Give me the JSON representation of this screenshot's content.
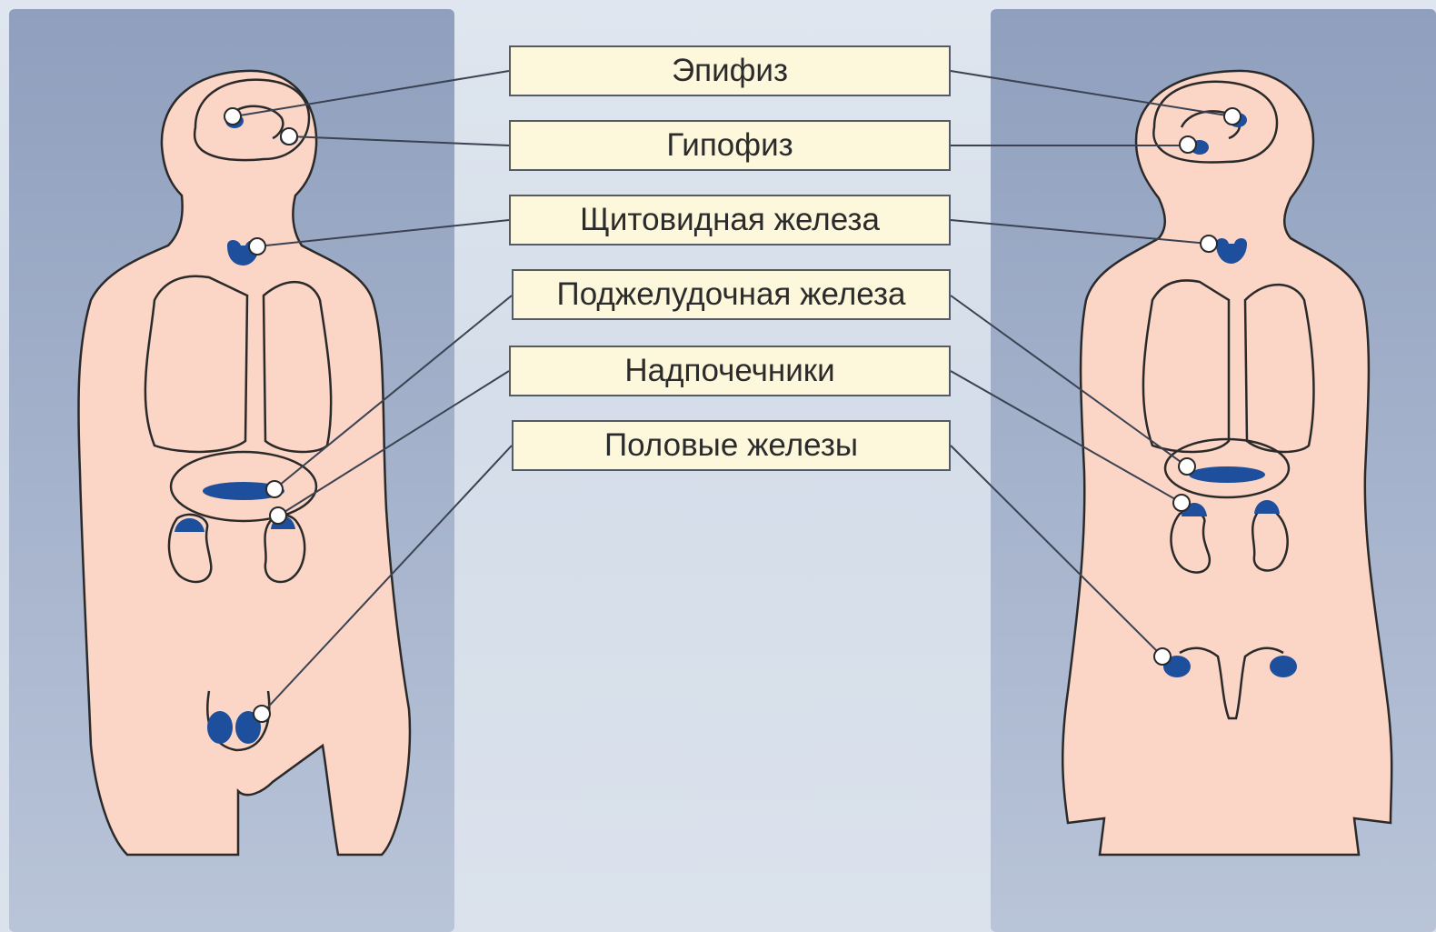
{
  "labels": {
    "epiphysis": "Эпифиз",
    "pituitary": "Гипофиз",
    "thyroid": "Щитовидная железа",
    "pancreas": "Поджелудочная железа",
    "adrenals": "Надпочечники",
    "gonads": "Половые железы"
  },
  "colors": {
    "skin": "#fbd5c5",
    "gland": "#1d4f9c",
    "outline": "#2a2a2a",
    "label_bg": "#fdf8dc",
    "panel": "#9aa8c4"
  }
}
